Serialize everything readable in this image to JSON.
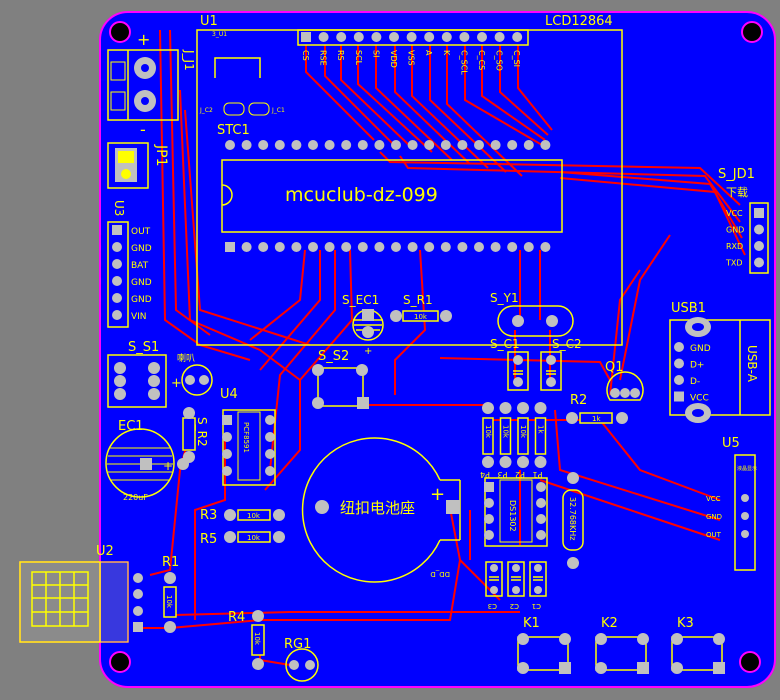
{
  "board": {
    "lcd": {
      "ref": "U1",
      "sub": "3_U1",
      "part": "LCD12864",
      "pins": [
        "CS",
        "RSE",
        "RS",
        "SCL",
        "SI",
        "VDD",
        "VSS",
        "A",
        "K",
        "C_SCL",
        "C_CS",
        "C_SO",
        "C_SI"
      ]
    },
    "mcu": {
      "ref": "STC1",
      "label": "mcuclub-dz-099"
    },
    "connectors": {
      "j1": {
        "ref": "J_J1",
        "plus": "+",
        "minus": "-",
        "sub": "J_J1"
      },
      "jp1": {
        "ref": "JP1"
      },
      "u3": {
        "ref": "U3",
        "pins": [
          "OUT",
          "GND",
          "BAT",
          "GND",
          "GND",
          "VIN"
        ]
      },
      "jd1": {
        "ref": "S_JD1",
        "title": "下载",
        "pins": [
          "VCC",
          "GND",
          "RXD",
          "TXD"
        ]
      },
      "usb": {
        "ref": "USB1",
        "label": "USB-A",
        "pins": [
          "GND",
          "D+",
          "D-",
          "VCC"
        ]
      },
      "u5": {
        "ref": "U5",
        "pins": [
          "VCC",
          "GND",
          "OUT"
        ],
        "title": "液晶显示"
      }
    },
    "parts": {
      "s_ec1": "S_EC1",
      "s_r1": "S_R1",
      "s_r1_val": "10k",
      "s_y1": "S_Y1",
      "s_c1": "S_C1",
      "s_c2": "S_C2",
      "s_s1": "S_S1",
      "s_s2": "S_S2",
      "s_r2": "S_R2",
      "beeper": "喇叭",
      "u4": "U4",
      "u4_chip": "PCF8591",
      "ec1": "EC1",
      "ec1_val": "220uF",
      "r3": "R3",
      "r3_val": "10k",
      "r5": "R5",
      "r5_val": "10k",
      "battery": "纽扣电池座",
      "battery_plus": "+",
      "battery_ref": "DD_D",
      "q1": "Q1",
      "r2": "R2",
      "r2_val": "1k",
      "res_vals": [
        "10k",
        "10k",
        "10k",
        "1k"
      ],
      "res_refs": [
        "P4",
        "P3",
        "P2",
        "P1"
      ],
      "ds": "DS1302",
      "crystal": "32.768KHz",
      "c_refs": [
        "C3",
        "C2",
        "C1"
      ],
      "u2": "U2",
      "r1": "R1",
      "r1_val": "10k",
      "r4": "R4",
      "r4_val": "10k",
      "rg1": "RG1",
      "k1": "K1",
      "k2": "K2",
      "k3": "K3"
    }
  },
  "colors": {
    "board": "#0000ff",
    "trace": "#ff0000",
    "silk": "#ffff00",
    "edge": "#ff00ff",
    "pad": "#c0c0c0"
  }
}
